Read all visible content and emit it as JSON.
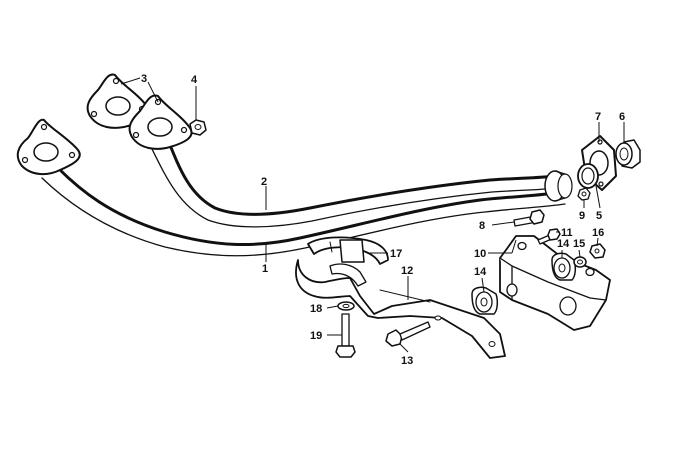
{
  "labels": {
    "l1": "1",
    "l2": "2",
    "l3": "3",
    "l4": "4",
    "l5": "5",
    "l6": "6",
    "l7": "7",
    "l8": "8",
    "l9": "9",
    "l10": "10",
    "l11": "11",
    "l12": "12",
    "l13": "13",
    "l14a": "14",
    "l14b": "14",
    "l15": "15",
    "l16": "16",
    "l17": "17",
    "l18": "18",
    "l19": "19"
  }
}
